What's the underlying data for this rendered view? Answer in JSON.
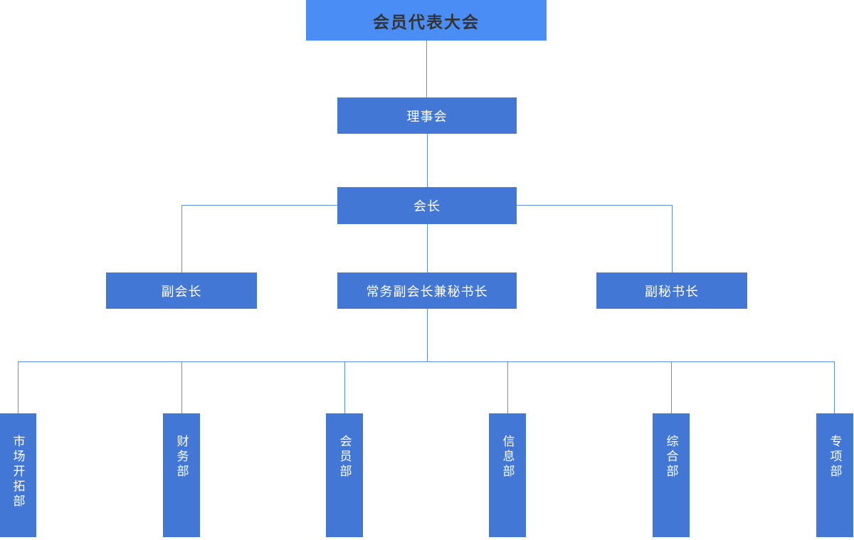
{
  "colors": {
    "background": "#ffffff",
    "top_box_bg": "#4a8ef5",
    "top_box_text": "#333333",
    "box_bg": "#4377d5",
    "box_text": "#ffffff",
    "connector": "#5b8fe6"
  },
  "nodes": {
    "member_congress": {
      "label": "会员代表大会"
    },
    "council": {
      "label": "理事会"
    },
    "president": {
      "label": "会长"
    },
    "vice_president": {
      "label": "副会长"
    },
    "executive_vp_secretary_general": {
      "label": "常务副会长兼秘书长"
    },
    "deputy_secretary_general": {
      "label": "副秘书长"
    }
  },
  "departments": [
    {
      "label": "市场开拓部"
    },
    {
      "label": "财务部"
    },
    {
      "label": "会员部"
    },
    {
      "label": "信息部"
    },
    {
      "label": "综合部"
    },
    {
      "label": "专项部"
    }
  ]
}
